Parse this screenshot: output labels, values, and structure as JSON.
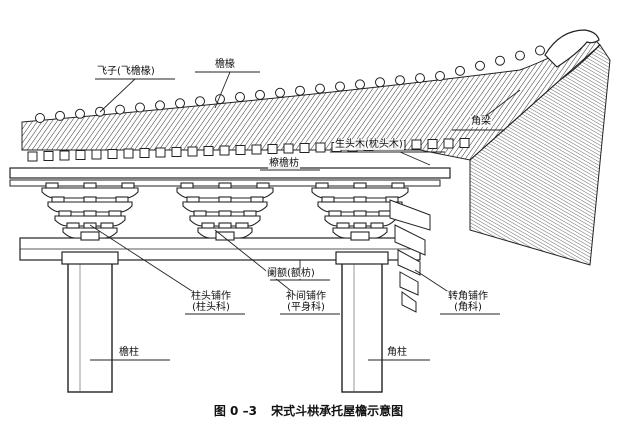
{
  "labels": {
    "flying_rafter": "飞子(飞檐椽)",
    "eave_rafter": "檐椽",
    "hip_rafter": "角梁",
    "raising_block": "生头木(枕头木)",
    "purlin_beam": "橑檐枋",
    "lintel": "阑额(额枋)",
    "column_bracket_main": "柱头铺作",
    "column_bracket_sub": "(柱头科)",
    "intermediate_bracket_main": "补间铺作",
    "intermediate_bracket_sub": "(平身科)",
    "corner_bracket_main": "转角铺作",
    "corner_bracket_sub": "(角科)",
    "eave_column": "檐柱",
    "corner_column": "角柱"
  },
  "caption": {
    "number": "图 0 –3",
    "title": "宋式斗栱承托屋檐示意图"
  }
}
